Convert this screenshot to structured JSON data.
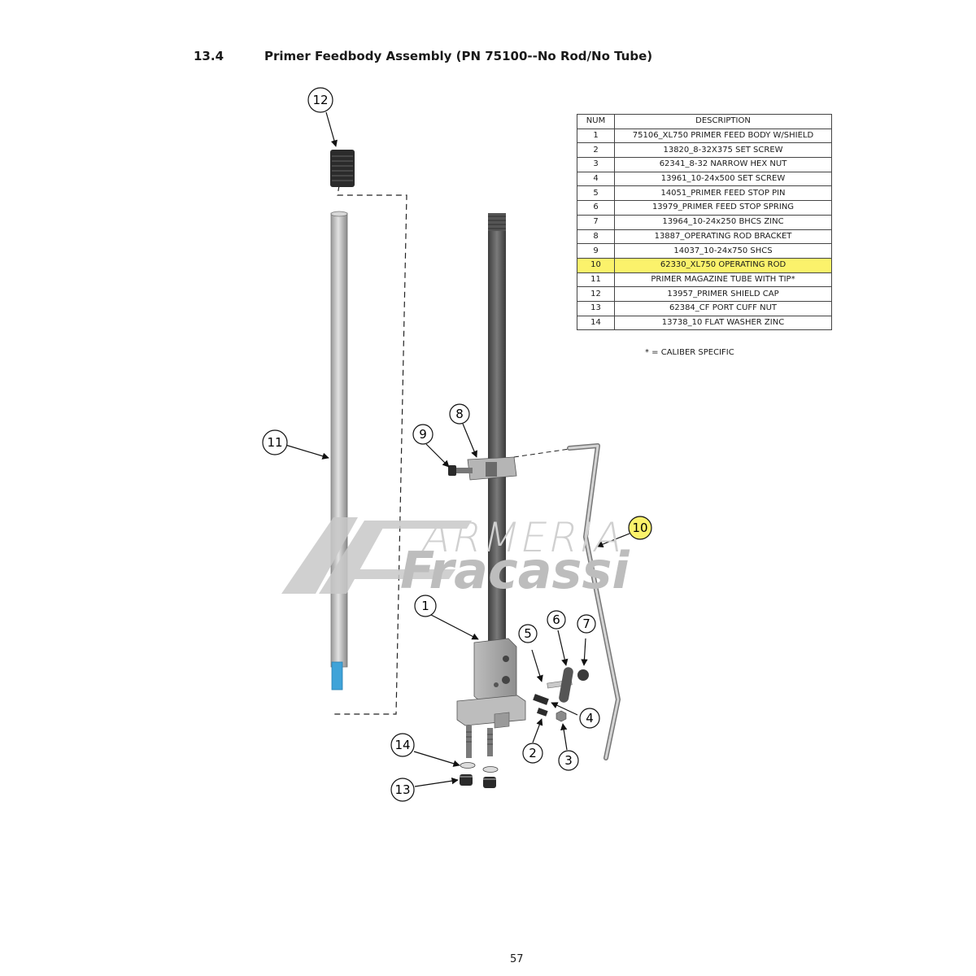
{
  "header": {
    "section_number": "13.4",
    "section_title": "Primer Feedbody Assembly (PN 75100--No Rod/No Tube)"
  },
  "bom": {
    "headers": [
      "NUM",
      "DESCRIPTION"
    ],
    "highlight_color": "#fbf26b",
    "rows": [
      {
        "num": "1",
        "desc": "75106_XL750 PRIMER FEED BODY W/SHIELD"
      },
      {
        "num": "2",
        "desc": "13820_8-32X375 SET SCREW"
      },
      {
        "num": "3",
        "desc": "62341_8-32 NARROW HEX NUT"
      },
      {
        "num": "4",
        "desc": "13961_10-24x500 SET SCREW"
      },
      {
        "num": "5",
        "desc": "14051_PRIMER FEED STOP PIN"
      },
      {
        "num": "6",
        "desc": "13979_PRIMER FEED STOP SPRING"
      },
      {
        "num": "7",
        "desc": "13964_10-24x250 BHCS ZINC"
      },
      {
        "num": "8",
        "desc": "13887_OPERATING ROD BRACKET"
      },
      {
        "num": "9",
        "desc": "14037_10-24x750 SHCS"
      },
      {
        "num": "10",
        "desc": "62330_XL750 OPERATING ROD",
        "highlight": true
      },
      {
        "num": "11",
        "desc": "PRIMER MAGAZINE TUBE WITH TIP*"
      },
      {
        "num": "12",
        "desc": "13957_PRIMER SHIELD CAP"
      },
      {
        "num": "13",
        "desc": "62384_CF PORT CUFF NUT"
      },
      {
        "num": "14",
        "desc": "13738_10 FLAT WASHER ZINC"
      }
    ],
    "note": "* = CALIBER SPECIFIC"
  },
  "callouts": [
    "1",
    "2",
    "3",
    "4",
    "5",
    "6",
    "7",
    "8",
    "9",
    "10",
    "11",
    "12",
    "13",
    "14"
  ],
  "watermark": {
    "line1": "ARMERIA",
    "line2": "Fracassi"
  },
  "page_number": "57"
}
